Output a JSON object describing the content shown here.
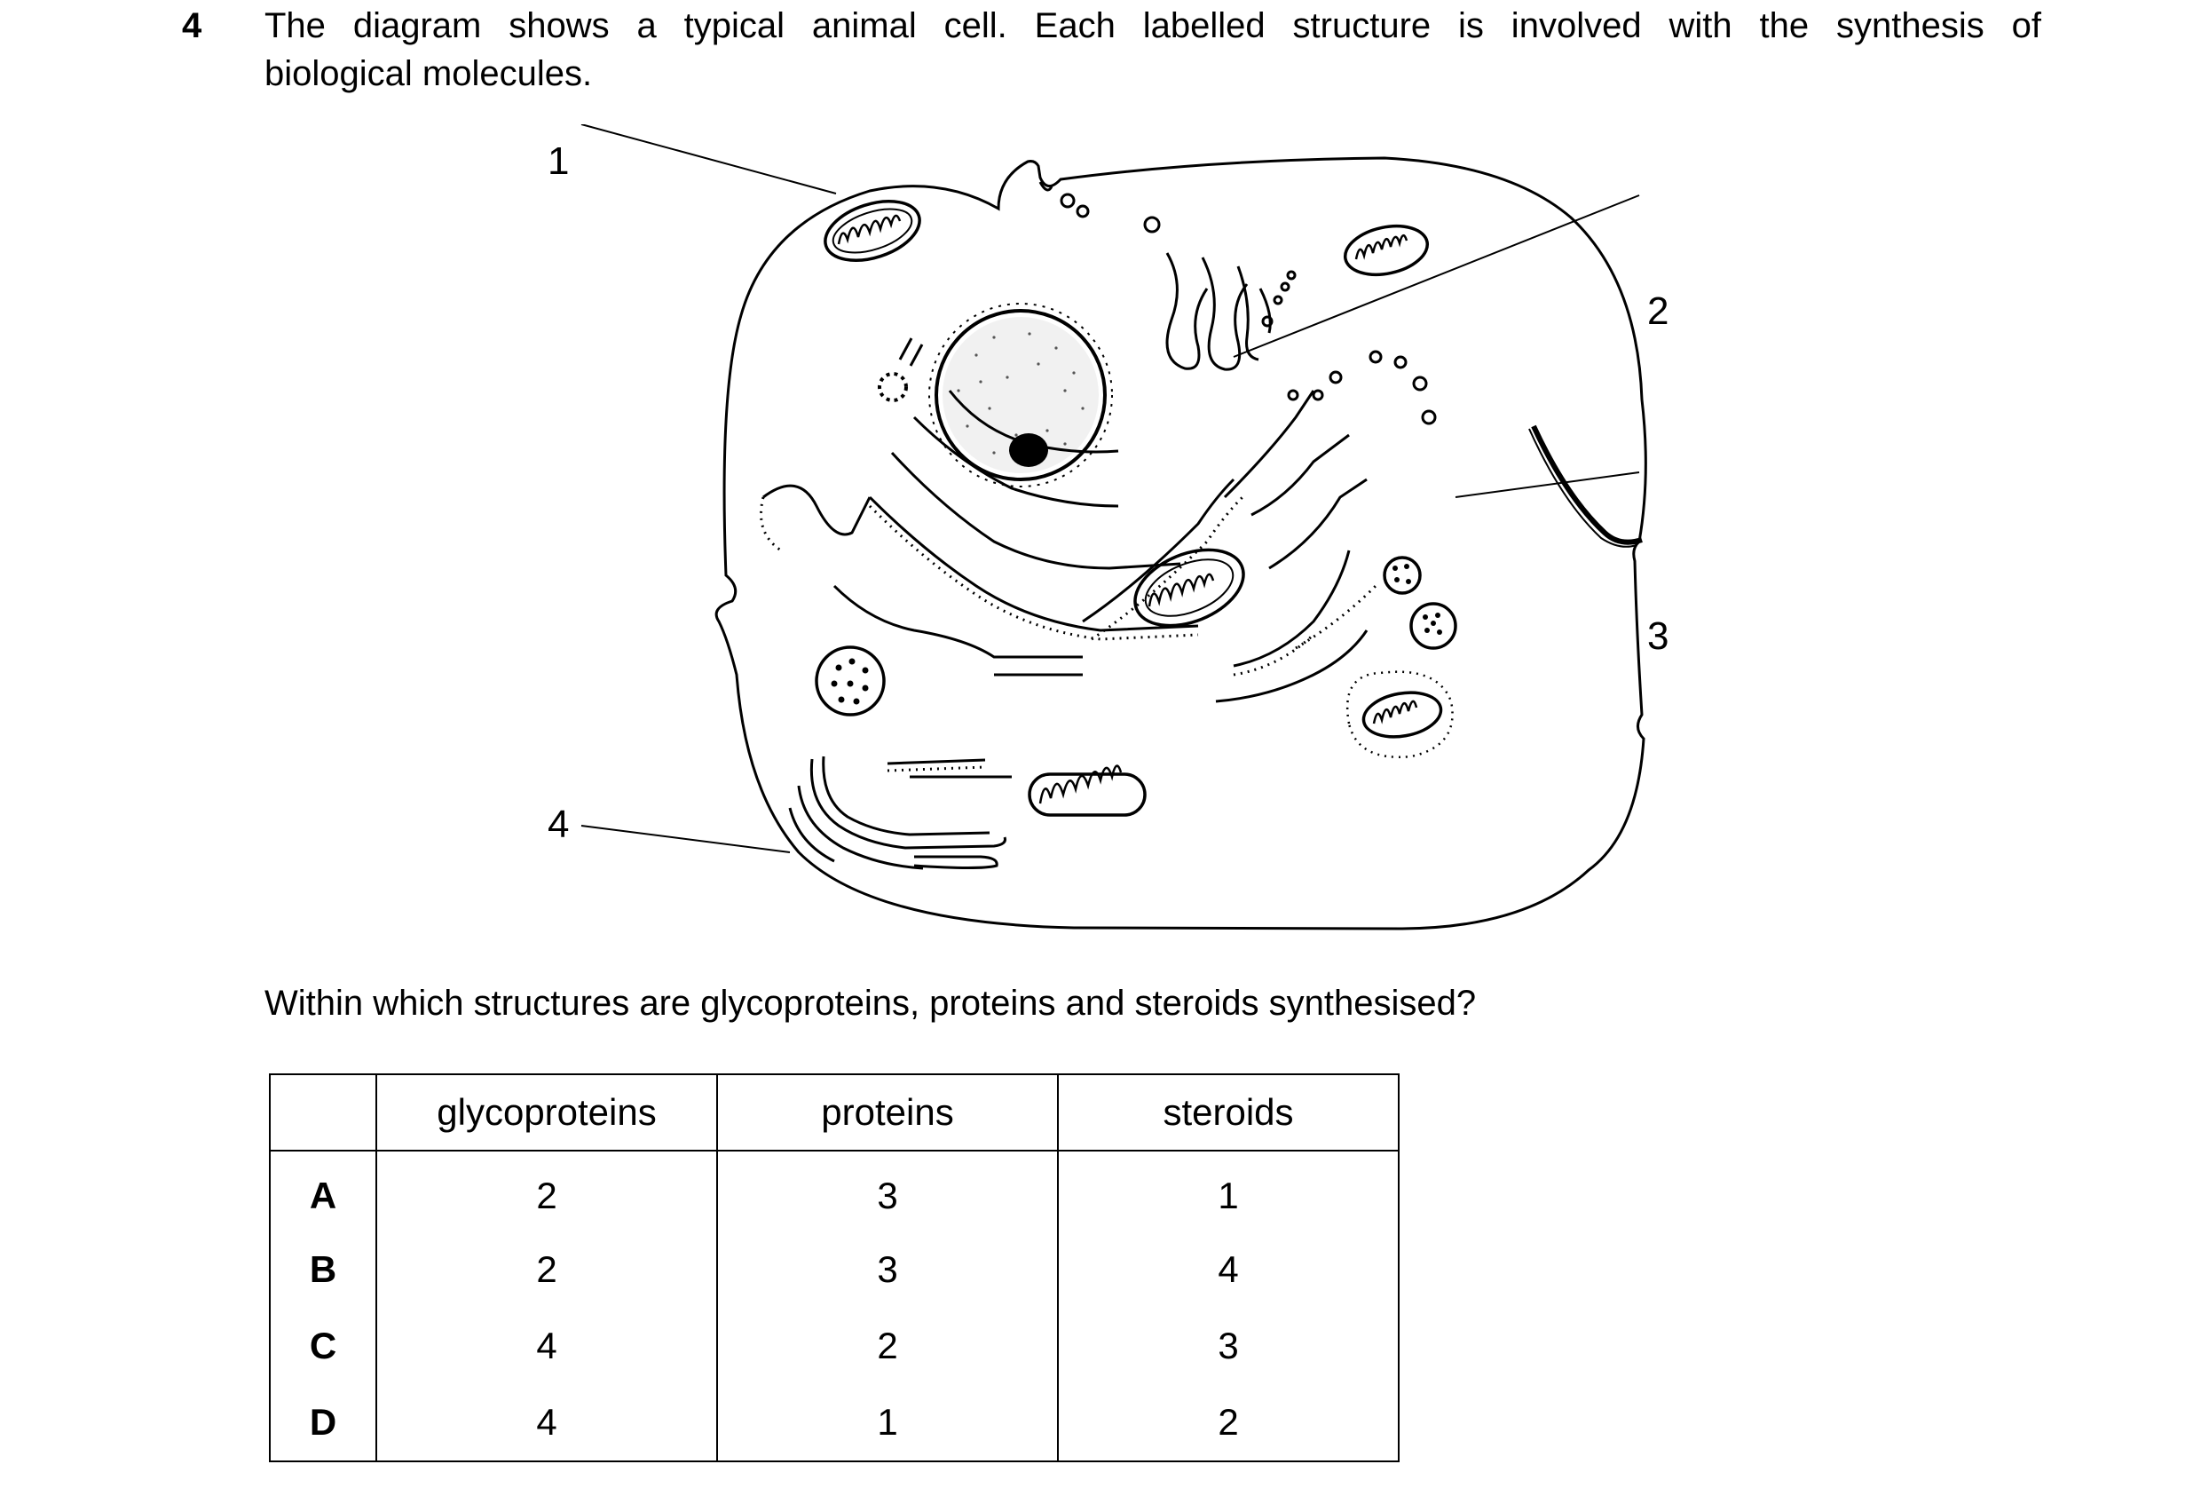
{
  "question": {
    "number": "4",
    "stem_line1": "The diagram shows a typical animal cell. Each labelled structure is involved with the synthesis of",
    "stem_line2": "biological molecules.",
    "prompt": "Within which structures are glycoproteins, proteins and steroids synthesised?"
  },
  "diagram": {
    "labels": [
      "1",
      "2",
      "3",
      "4"
    ]
  },
  "table": {
    "headers": [
      "",
      "glycoproteins",
      "proteins",
      "steroids"
    ],
    "rows": [
      {
        "key": "A",
        "glycoproteins": "2",
        "proteins": "3",
        "steroids": "1"
      },
      {
        "key": "B",
        "glycoproteins": "2",
        "proteins": "3",
        "steroids": "4"
      },
      {
        "key": "C",
        "glycoproteins": "4",
        "proteins": "2",
        "steroids": "3"
      },
      {
        "key": "D",
        "glycoproteins": "4",
        "proteins": "1",
        "steroids": "2"
      }
    ]
  }
}
